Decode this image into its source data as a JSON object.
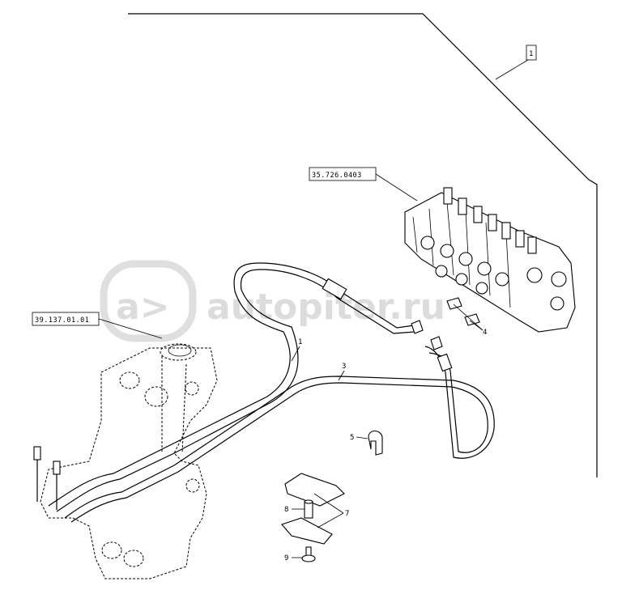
{
  "references": {
    "group_box": "1",
    "valve_ref": "35.726.0403",
    "frame_ref": "39.137.01.01"
  },
  "callouts": {
    "c1": "1",
    "c3": "3",
    "c4": "4",
    "c5": "5",
    "c7": "7",
    "c8": "8",
    "c9": "9"
  },
  "watermark": {
    "text": "autopiter.ru"
  }
}
